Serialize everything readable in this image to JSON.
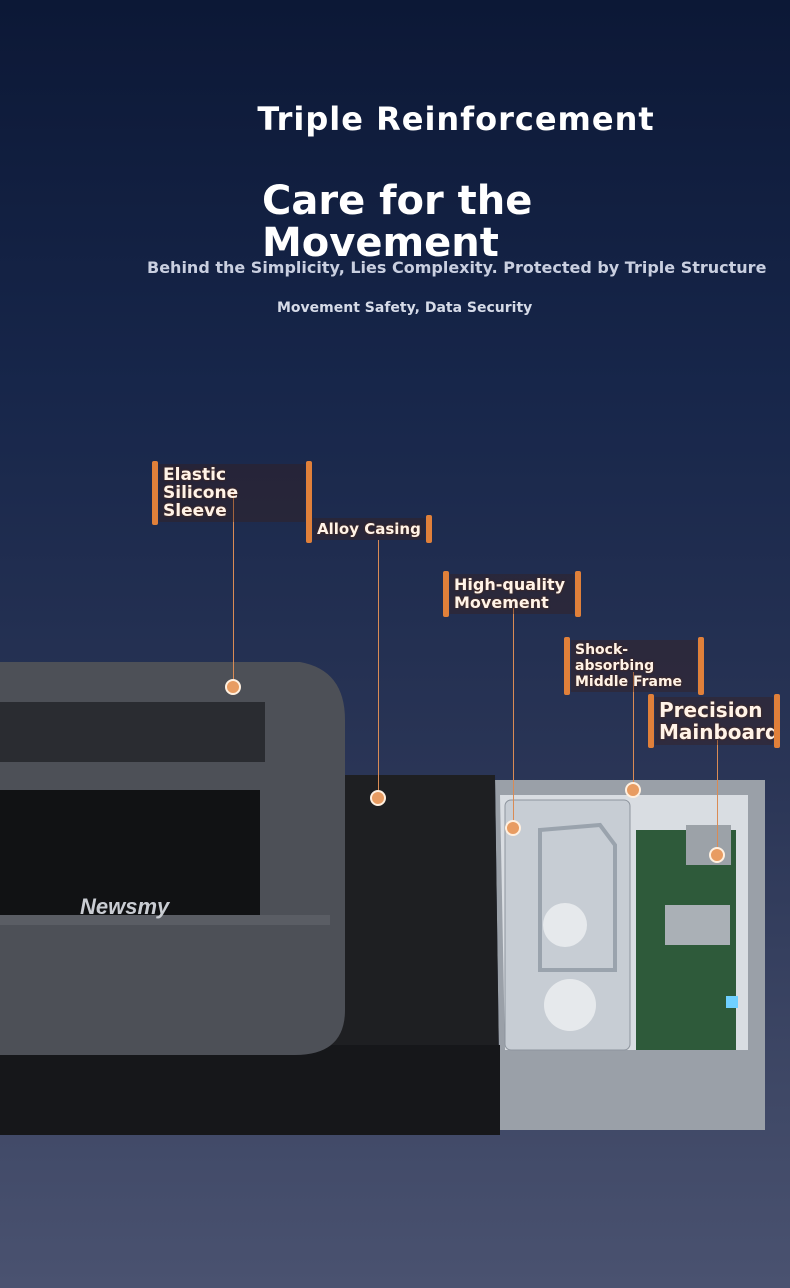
{
  "heading": {
    "title_top": "Triple Reinforcement",
    "title_main": "Care for the Movement",
    "subtitle": "Behind the Simplicity, Lies Complexity. Protected by Triple Structure",
    "tagline": "Movement Safety, Data Security"
  },
  "product": {
    "brand": "Newsmy"
  },
  "labels": [
    {
      "text": "Elastic Silicone Sleeve"
    },
    {
      "text": "Alloy Casing"
    },
    {
      "text": "High-quality Movement"
    },
    {
      "text": "Shock-absorbing Middle Frame"
    },
    {
      "text": "Precision Mainboard"
    }
  ],
  "colors": {
    "accent": "#e0803a",
    "background": "#17264a"
  }
}
